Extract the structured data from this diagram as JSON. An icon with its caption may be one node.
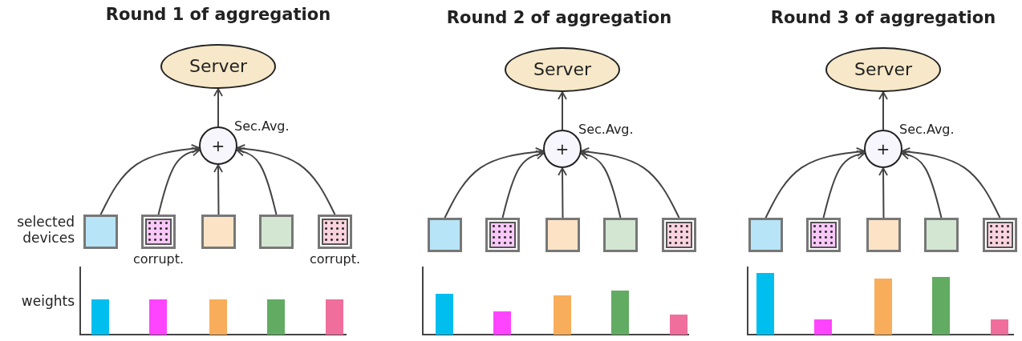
{
  "diagram": {
    "nodes": [
      {
        "text": [
          "Server"
        ]
      },
      {
        "text": [
          "+"
        ],
        "beside": [
          "Sec.Avg."
        ]
      },
      {
        "text": [],
        "shape": "box"
      },
      {
        "text": [],
        "shape": "box",
        "beside": [
          "corrupt."
        ]
      },
      {
        "text": [],
        "shape": "box"
      },
      {
        "text": [],
        "shape": "box"
      },
      {
        "text": [],
        "shape": "box",
        "beside": [
          "corrupt."
        ]
      },
      {
        "text": [
          "Server"
        ]
      },
      {
        "text": [
          "+"
        ],
        "beside": [
          "Sec.Avg."
        ]
      },
      {
        "text": [],
        "shape": "box"
      },
      {
        "text": [],
        "shape": "box"
      },
      {
        "text": [],
        "shape": "box"
      },
      {
        "text": [],
        "shape": "box"
      },
      {
        "text": [],
        "shape": "box"
      },
      {
        "text": [
          "Server"
        ]
      },
      {
        "text": [
          "+"
        ],
        "beside": [
          "Sec.Avg."
        ]
      },
      {
        "text": [],
        "shape": "box"
      },
      {
        "text": [],
        "shape": "box"
      },
      {
        "text": [],
        "shape": "box"
      },
      {
        "text": [],
        "shape": "box"
      },
      {
        "text": [],
        "shape": "box"
      }
    ],
    "edges": [
      {
        "from": 1,
        "to": 0,
        "arrow": "to"
      },
      {
        "from": 2,
        "to": 1,
        "arrow": "to"
      },
      {
        "from": 3,
        "to": 1,
        "arrow": "to"
      },
      {
        "from": 4,
        "to": 1,
        "arrow": "to"
      },
      {
        "from": 5,
        "to": 1,
        "arrow": "to"
      },
      {
        "from": 6,
        "to": 1,
        "arrow": "to"
      },
      {
        "from": 8,
        "to": 7,
        "arrow": "to"
      },
      {
        "from": 9,
        "to": 8,
        "arrow": "to"
      },
      {
        "from": 10,
        "to": 8,
        "arrow": "to"
      },
      {
        "from": 11,
        "to": 8,
        "arrow": "to"
      },
      {
        "from": 12,
        "to": 8,
        "arrow": "to"
      },
      {
        "from": 13,
        "to": 8,
        "arrow": "to"
      },
      {
        "from": 15,
        "to": 14,
        "arrow": "to"
      },
      {
        "from": 16,
        "to": 15,
        "arrow": "to"
      },
      {
        "from": 17,
        "to": 15,
        "arrow": "to"
      },
      {
        "from": 18,
        "to": 15,
        "arrow": "to"
      },
      {
        "from": 19,
        "to": 15,
        "arrow": "to"
      },
      {
        "from": 20,
        "to": 15,
        "arrow": "to"
      }
    ],
    "labels": [
      "Round 1 of aggregation",
      "Round 2 of aggregation",
      "Round 3 of aggregation",
      "selected devices",
      "weights"
    ]
  }
}
